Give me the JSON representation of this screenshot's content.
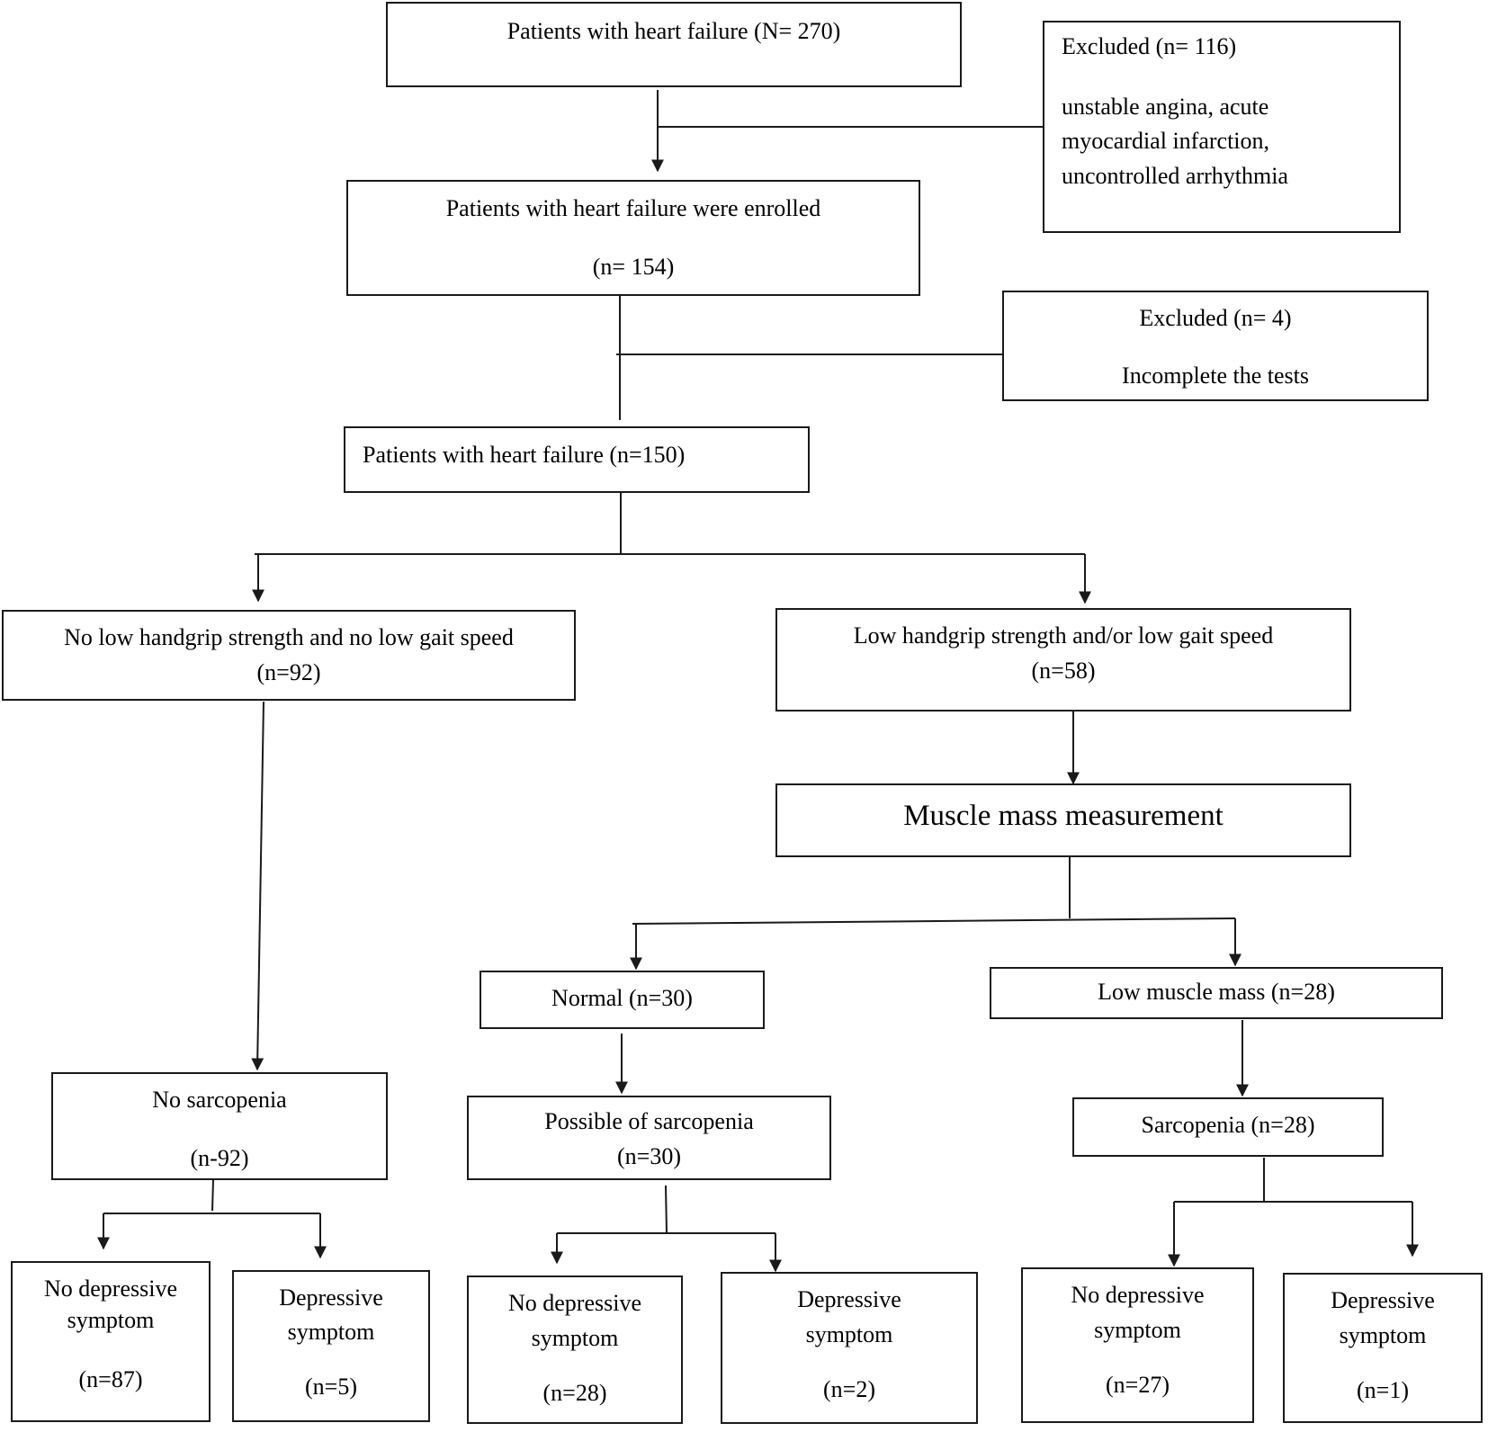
{
  "boxes": {
    "total": {
      "l1": "Patients with heart failure  (N= 270)"
    },
    "excluded1": {
      "l1": "Excluded  (n= 116)",
      "l2": "unstable angina, acute",
      "l3": "myocardial infarction,",
      "l4": "uncontrolled arrhythmia"
    },
    "enrolled": {
      "l1": "Patients with heart failure  were  enrolled",
      "l2": "(n= 154)"
    },
    "excluded2": {
      "l1": "Excluded  (n= 4)",
      "l2": "Incomplete the tests"
    },
    "final": {
      "l1": "Patients with heart failure  (n=150)"
    },
    "no_low": {
      "l1": "No low handgrip strength and no low  gait speed",
      "l2": "(n=92)"
    },
    "low": {
      "l1": "Low handgrip strength and/or low gait speed",
      "l2": "(n=58)"
    },
    "muscle": {
      "l1": "Muscle  mass  measurement"
    },
    "normal": {
      "l1": "Normal  (n=30)"
    },
    "low_mass": {
      "l1": "Low muscle mass (n=28)"
    },
    "no_sarc": {
      "l1": "No sarcopenia",
      "l2": "(n-92)"
    },
    "possible": {
      "l1": "Possible of sarcopenia",
      "l2": "(n=30)"
    },
    "sarc": {
      "l1": "Sarcopenia (n=28)"
    },
    "a_nodep": {
      "l1": "No depressive",
      "l2": "symptom",
      "l3": "(n=87)"
    },
    "a_dep": {
      "l1": "Depressive",
      "l2": "symptom",
      "l3": "(n=5)"
    },
    "b_nodep": {
      "l1": "No depressive",
      "l2": "symptom",
      "l3": "(n=28)"
    },
    "b_dep": {
      "l1": "Depressive",
      "l2": "symptom",
      "l3": "(n=2)"
    },
    "c_nodep": {
      "l1": "No depressive",
      "l2": "symptom",
      "l3": "(n=27)"
    },
    "c_dep": {
      "l1": "Depressive",
      "l2": "symptom",
      "l3": "(n=1)"
    }
  }
}
